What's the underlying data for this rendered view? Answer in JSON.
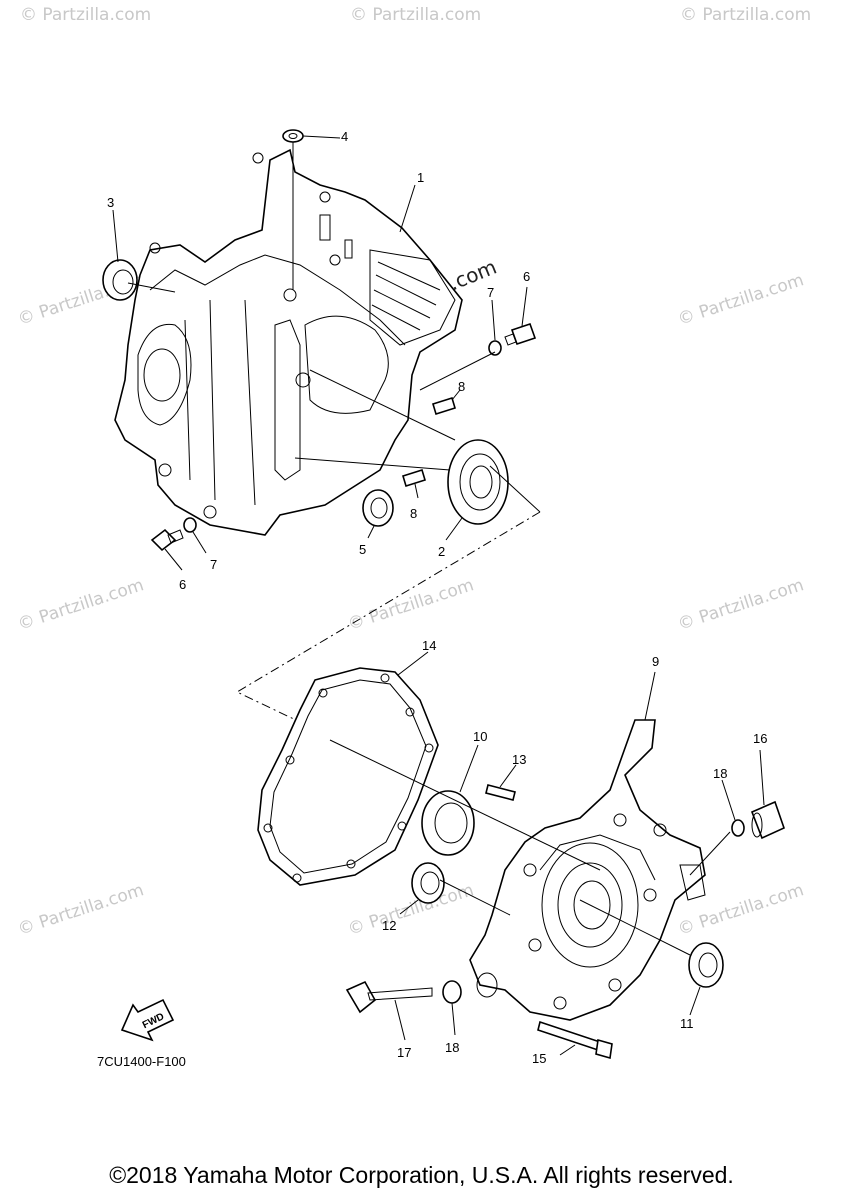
{
  "watermark": {
    "text": "© Partzilla.com"
  },
  "callouts": [
    "1",
    "2",
    "3",
    "4",
    "5",
    "6",
    "7",
    "8",
    "9",
    "10",
    "11",
    "12",
    "13",
    "14",
    "15",
    "16",
    "17",
    "18"
  ],
  "fwd_label": "FWD",
  "diagram_code": "7CU1400-F100",
  "copyright": "©2018 Yamaha Motor Corporation, U.S.A. All rights reserved."
}
